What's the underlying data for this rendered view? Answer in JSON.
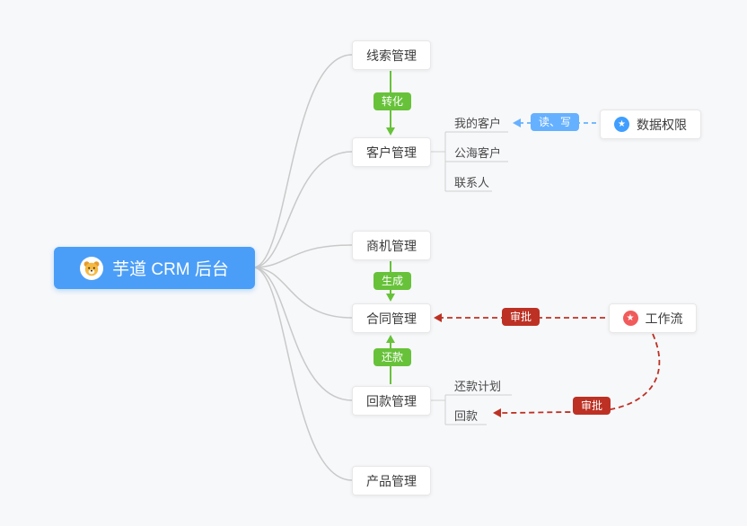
{
  "root": {
    "label": "芋道 CRM 后台",
    "icon": "dog"
  },
  "branches": {
    "leads": {
      "label": "线索管理"
    },
    "customers": {
      "label": "客户管理",
      "children": [
        {
          "label": "我的客户"
        },
        {
          "label": "公海客户"
        },
        {
          "label": "联系人"
        }
      ]
    },
    "opportunities": {
      "label": "商机管理"
    },
    "contracts": {
      "label": "合同管理"
    },
    "payments": {
      "label": "回款管理",
      "children": [
        {
          "label": "还款计划"
        },
        {
          "label": "回款"
        }
      ]
    },
    "products": {
      "label": "产品管理"
    }
  },
  "side_nodes": {
    "data_permission": {
      "label": "数据权限",
      "icon": "star"
    },
    "workflow": {
      "label": "工作流",
      "icon": "star"
    }
  },
  "edges": {
    "convert": {
      "label": "转化",
      "color": "#67c23a"
    },
    "generate": {
      "label": "生成",
      "color": "#67c23a"
    },
    "repay": {
      "label": "还款",
      "color": "#67c23a"
    },
    "read_write": {
      "label": "读、写",
      "color": "#66b1ff"
    },
    "approve_contract": {
      "label": "审批",
      "color": "#bd3124"
    },
    "approve_payment": {
      "label": "审批",
      "color": "#bd3124"
    }
  },
  "colors": {
    "root_bg": "#4b9ef7",
    "green": "#67c23a",
    "blue": "#66b1ff",
    "red": "#bd3124",
    "star_blue": "#409eff",
    "star_red": "#f15b5b",
    "line_gray": "#c9c9c9",
    "background": "#f7f8fa"
  }
}
